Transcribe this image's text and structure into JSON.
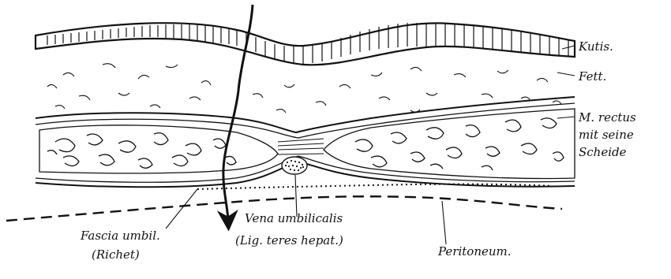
{
  "labels": {
    "kutis": "Kutis.",
    "fett": "Fett.",
    "rectus_line1": "M. rectus",
    "rectus_line2": "mit seine",
    "rectus_line3": "Scheide",
    "vena_line1": "Vena umbilicalis",
    "vena_line2": "(Lig. teres hepat.)",
    "fascia_line1": "Fascia umbil.",
    "fascia_line2": "(Richet)",
    "peritoneum": "Peritoneum."
  },
  "colors": {
    "ink": "#111111",
    "paper": "#ffffff"
  }
}
